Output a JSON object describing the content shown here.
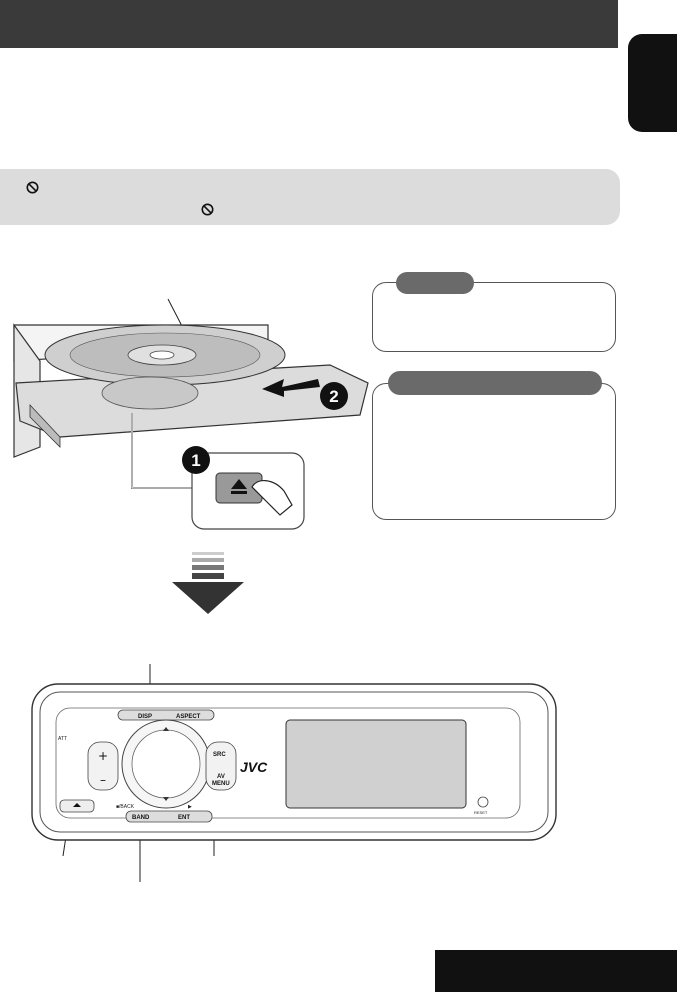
{
  "device": {
    "brand_logo": "JVC",
    "buttons": {
      "disp": "DISP",
      "aspect": "ASPECT",
      "att": "ATT",
      "src": "SRC",
      "av_menu_1": "AV",
      "av_menu_2": "MENU",
      "back": "■/BACK",
      "play": "▶",
      "band": "BAND",
      "ent": "ENT",
      "reset": "RESET"
    }
  },
  "icons": {
    "header": "header-bar",
    "prohibit": "prohibit-icon",
    "eject": "eject-icon",
    "down_arrow": "down-arrow-icon",
    "step1": "step-1-icon",
    "step2": "step-2-icon"
  },
  "colors": {
    "header": "#3a3a3a",
    "notice_bg": "#dcdcdc",
    "tab": "#6a6a6a",
    "dark": "#111111"
  }
}
